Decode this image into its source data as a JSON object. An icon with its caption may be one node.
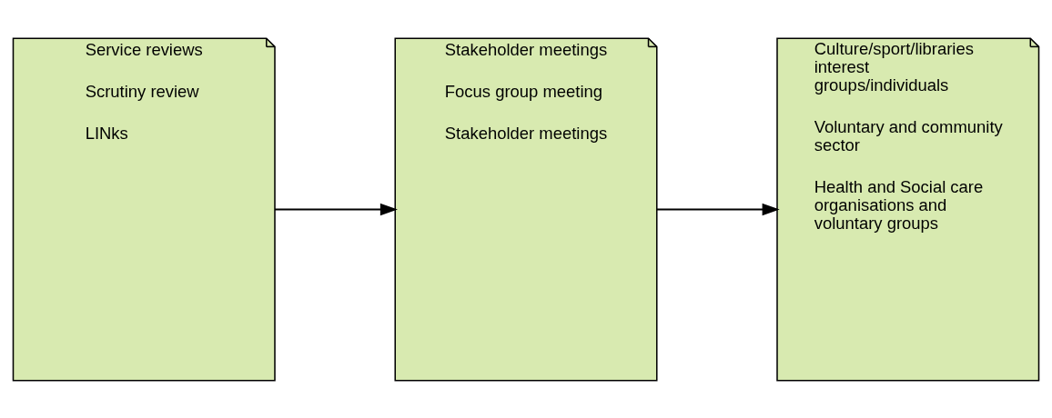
{
  "diagram": {
    "nodes": [
      {
        "text": [
          "Service reviews",
          "Scrutiny review",
          "LINks"
        ]
      },
      {
        "text": [
          "Stakeholder meetings",
          "Focus group meeting",
          "Stakeholder meetings"
        ]
      },
      {
        "text": [
          "Culture/sport/libraries interest groups/individuals",
          "Voluntary and community sector",
          "Health and Social care organisations and voluntary groups"
        ]
      }
    ],
    "edges": [
      {
        "from": 0,
        "to": 1,
        "arrow": "to"
      },
      {
        "from": 1,
        "to": 2,
        "arrow": "to"
      }
    ]
  }
}
